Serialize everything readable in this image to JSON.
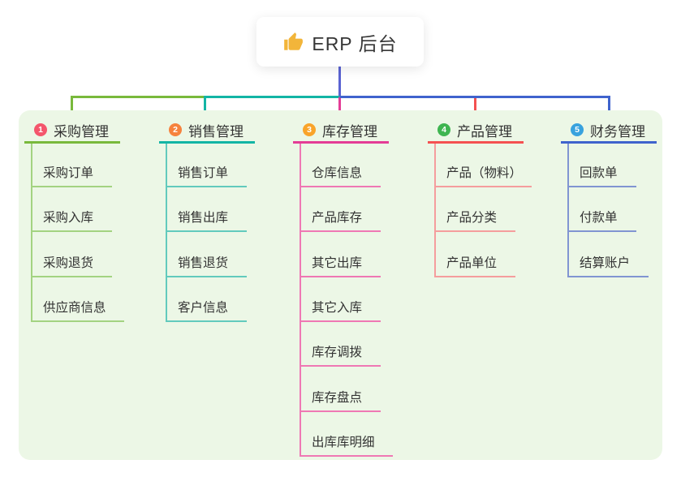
{
  "root": {
    "icon": "thumbs-up",
    "icon_color": "#f2b53a",
    "label": "ERP 后台",
    "connector_color": "#5a63d2"
  },
  "panel": {
    "background": "#ecf7e6"
  },
  "branches": [
    {
      "index": "1",
      "label": "采购管理",
      "badge_color": "#f4566c",
      "line_color": "#79b93c",
      "item_line_color": "#a3d381",
      "items": [
        "采购订单",
        "采购入库",
        "采购退货",
        "供应商信息"
      ]
    },
    {
      "index": "2",
      "label": "销售管理",
      "badge_color": "#f6823d",
      "line_color": "#13b5a5",
      "item_line_color": "#62cabd",
      "items": [
        "销售订单",
        "销售出库",
        "销售退货",
        "客户信息"
      ]
    },
    {
      "index": "3",
      "label": "库存管理",
      "badge_color": "#f9a42a",
      "line_color": "#e43c96",
      "item_line_color": "#ef78b4",
      "items": [
        "仓库信息",
        "产品库存",
        "其它出库",
        "其它入库",
        "库存调拨",
        "库存盘点",
        "出库库明细"
      ]
    },
    {
      "index": "4",
      "label": "产品管理",
      "badge_color": "#3eb550",
      "line_color": "#f45151",
      "item_line_color": "#f59d9d",
      "items": [
        "产品（物料）",
        "产品分类",
        "产品单位"
      ]
    },
    {
      "index": "5",
      "label": "财务管理",
      "badge_color": "#38a2de",
      "line_color": "#3f63cd",
      "item_line_color": "#8195d2",
      "items": [
        "回款单",
        "付款单",
        "结算账户"
      ]
    }
  ]
}
